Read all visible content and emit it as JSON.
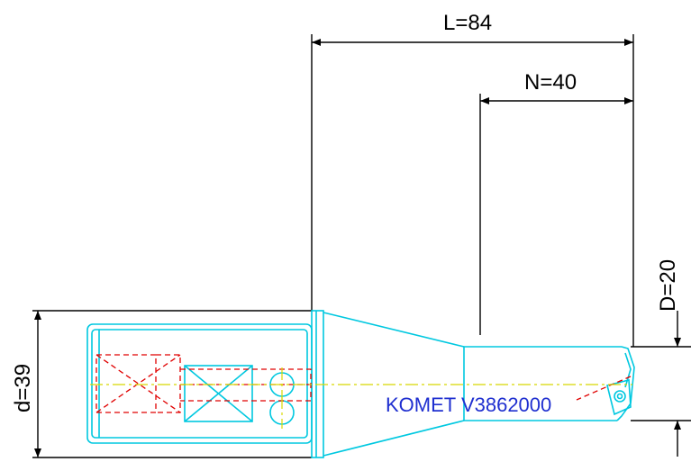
{
  "dimensions": {
    "L": "L=84",
    "N": "N=40",
    "D": "D=20",
    "d": "d=39"
  },
  "label": {
    "text": "KOMET V3862000",
    "color": "#1f2fd0"
  },
  "colors": {
    "body": "#00c8e0",
    "hidden": "#e00000",
    "centerline": "#d8d800",
    "dimension": "#000000",
    "background": "#ffffff"
  }
}
